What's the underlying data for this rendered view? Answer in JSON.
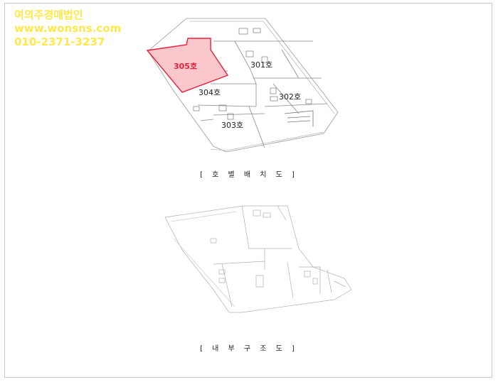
{
  "watermark": {
    "company": "여의주경매법인",
    "website": "www.wonsns.com",
    "phone": "010-2371-3237"
  },
  "units": {
    "unit_305": "305호",
    "unit_301": "301호",
    "unit_302": "302호",
    "unit_303": "303호",
    "unit_304": "304호"
  },
  "captions": {
    "layout": "[ 호 별 배 치 도 ]",
    "interior": "[ 내 부 구 조 도 ]"
  },
  "colors": {
    "highlight_fill": "#f9c7cc",
    "highlight_stroke": "#e8203a",
    "highlight_text": "#e8203a",
    "watermark": "#ffe84a"
  }
}
